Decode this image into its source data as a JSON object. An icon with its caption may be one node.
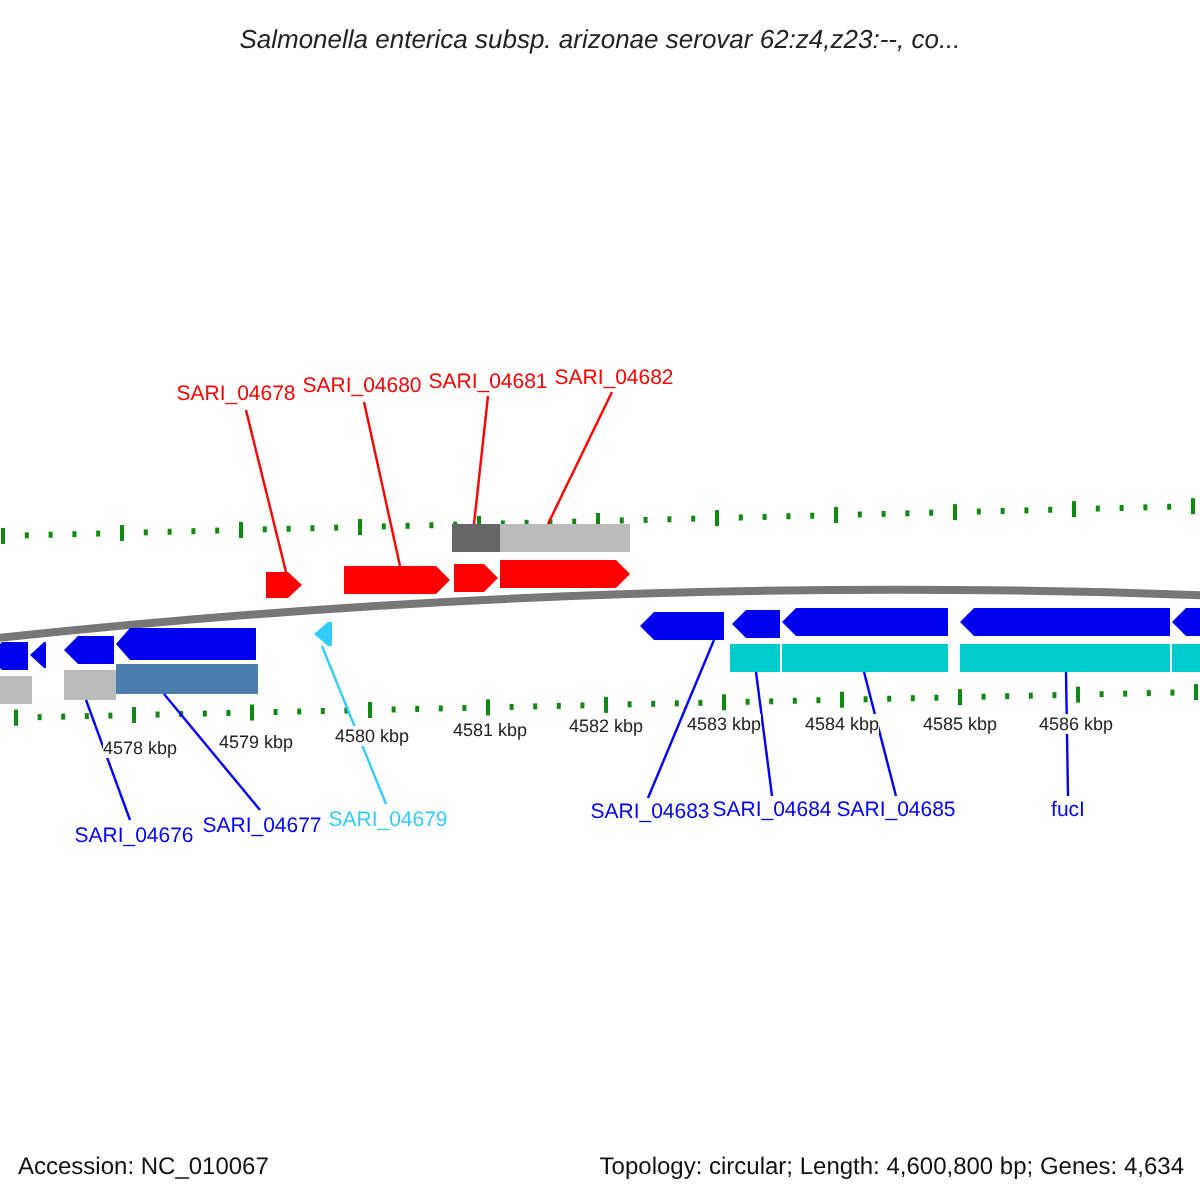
{
  "diagram": {
    "title": "Salmonella enterica subsp. arizonae serovar 62:z4,z23:--, co...",
    "nodes": [
      {
        "text": [
          "SARI_04678"
        ]
      },
      {
        "text": [
          "SARI_04680"
        ]
      },
      {
        "text": [
          "SARI_04681"
        ]
      },
      {
        "text": [
          "SARI_04682"
        ]
      },
      {
        "text": [
          "SARI_04676"
        ]
      },
      {
        "text": [
          "SARI_04677"
        ]
      },
      {
        "text": [
          "SARI_04679"
        ]
      },
      {
        "text": [
          "SARI_04683"
        ]
      },
      {
        "text": [
          "SARI_04684"
        ]
      },
      {
        "text": [
          "SARI_04685"
        ]
      },
      {
        "text": [
          "fucI"
        ]
      },
      {
        "text": [],
        "shape": "arrow"
      },
      {
        "text": [],
        "shape": "arrow"
      },
      {
        "text": [],
        "shape": "arrow"
      },
      {
        "text": [],
        "shape": "arrow"
      },
      {
        "text": [],
        "shape": "bar"
      },
      {
        "text": [],
        "shape": "bar"
      },
      {
        "text": [],
        "shape": "arrow"
      },
      {
        "text": [],
        "shape": "arrow"
      },
      {
        "text": [],
        "shape": "arrow"
      },
      {
        "text": [],
        "shape": "arrow"
      },
      {
        "text": [],
        "shape": "arrow"
      },
      {
        "text": [],
        "shape": "arrow"
      },
      {
        "text": [],
        "shape": "arrow"
      },
      {
        "text": [],
        "shape": "arrow"
      },
      {
        "text": [],
        "shape": "arrow"
      },
      {
        "text": [],
        "shape": "arrow"
      },
      {
        "text": [],
        "shape": "bar"
      },
      {
        "text": [],
        "shape": "bar"
      },
      {
        "text": [],
        "shape": "bar"
      },
      {
        "text": [],
        "shape": "bar"
      },
      {
        "text": [],
        "shape": "bar"
      },
      {
        "text": [],
        "shape": "bar"
      },
      {
        "text": [],
        "shape": "bar"
      }
    ],
    "edges": [
      {
        "from": 0,
        "to": 11,
        "arrow": "none",
        "color": "#ff0000"
      },
      {
        "from": 1,
        "to": 12,
        "arrow": "none",
        "color": "#ff0000"
      },
      {
        "from": 2,
        "to": 15,
        "arrow": "none",
        "color": "#ff0000"
      },
      {
        "from": 3,
        "to": 16,
        "arrow": "none",
        "color": "#ff0000"
      },
      {
        "from": 4,
        "to": 28,
        "arrow": "none"
      },
      {
        "from": 5,
        "to": 29,
        "arrow": "none"
      },
      {
        "from": 6,
        "to": 21,
        "arrow": "none",
        "color": "#33ccff"
      },
      {
        "from": 7,
        "to": 22,
        "arrow": "none"
      },
      {
        "from": 8,
        "to": 30,
        "arrow": "none"
      },
      {
        "from": 9,
        "to": 31,
        "arrow": "none"
      },
      {
        "from": 10,
        "to": 32,
        "arrow": "none"
      }
    ],
    "labels": [
      "4578 kbp",
      "4579 kbp",
      "4580 kbp",
      "4581 kbp",
      "4582 kbp",
      "4583 kbp",
      "4584 kbp",
      "4585 kbp",
      "4586 kbp",
      "Accession: NC_010067",
      "Topology: circular; Length: 4,600,800 bp; Genes: 4,634"
    ]
  }
}
